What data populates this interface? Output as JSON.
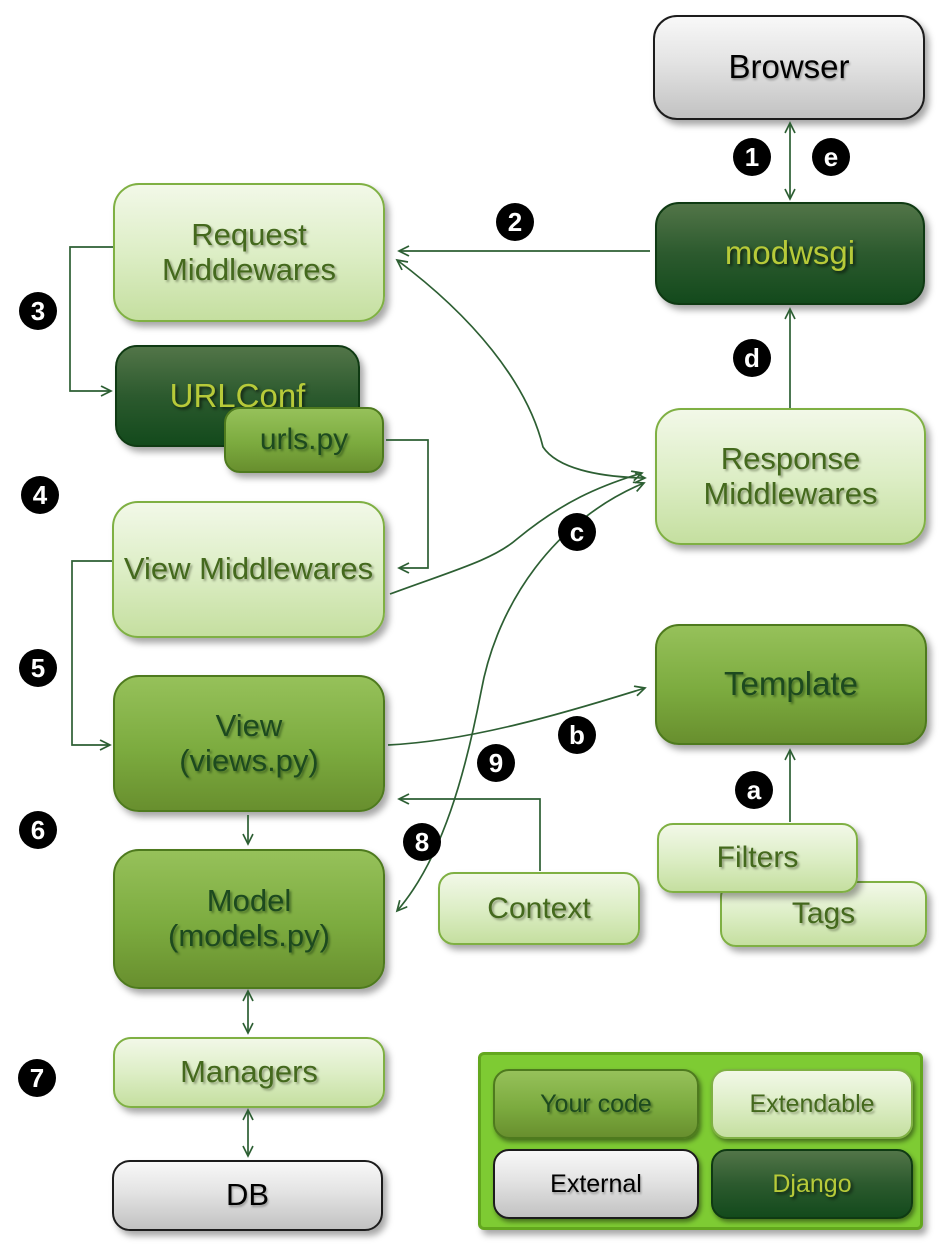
{
  "diagram": {
    "nodes": {
      "browser": {
        "label": "Browser"
      },
      "modwsgi": {
        "label": "modwsgi"
      },
      "request_middlewares": {
        "label": "Request Middlewares"
      },
      "urlconf": {
        "label": "URLConf"
      },
      "urls_py": {
        "label": "urls.py"
      },
      "view_middlewares": {
        "label": "View Middlewares"
      },
      "view": {
        "label": "View",
        "sub": "(views.py)"
      },
      "model": {
        "label": "Model",
        "sub": "(models.py)"
      },
      "managers": {
        "label": "Managers"
      },
      "db": {
        "label": "DB"
      },
      "response_middlewares": {
        "label": "Response Middlewares"
      },
      "template": {
        "label": "Template"
      },
      "filters": {
        "label": "Filters"
      },
      "tags": {
        "label": "Tags"
      },
      "context": {
        "label": "Context"
      }
    },
    "badges": {
      "s1": "1",
      "s2": "2",
      "s3": "3",
      "s4": "4",
      "s5": "5",
      "s6": "6",
      "s7": "7",
      "s8": "8",
      "s9": "9",
      "sa": "a",
      "sb": "b",
      "sc": "c",
      "sd": "d",
      "se": "e"
    },
    "legend": {
      "your_code": "Your code",
      "extendable": "Extendable",
      "external": "External",
      "django": "Django"
    },
    "colors": {
      "line": "#2d5f33",
      "badge_bg": "#000000",
      "badge_text": "#ffffff",
      "light_green_box": "#ddeec6",
      "medium_green_box": "#7cab3f",
      "dark_green_box": "#2c5a2e",
      "gray_box": "#e3e3e3",
      "legend_background": "#7ecb33"
    }
  }
}
